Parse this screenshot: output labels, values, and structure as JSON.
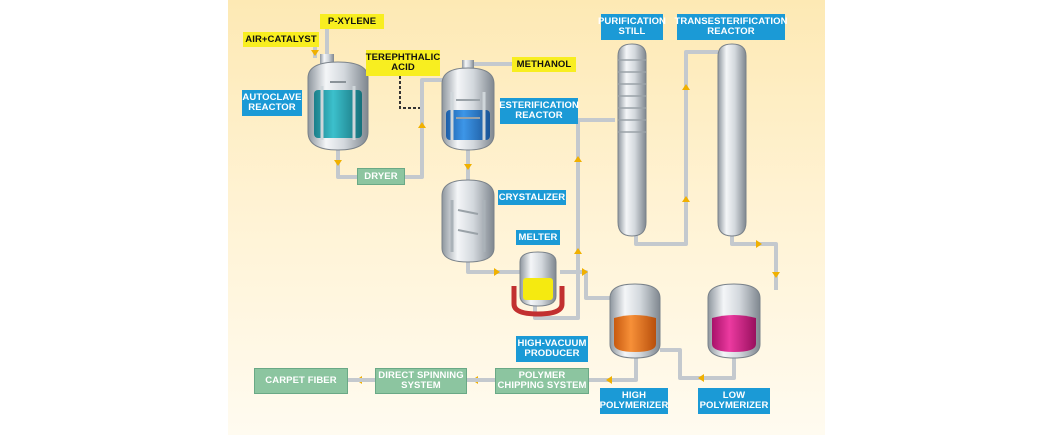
{
  "colors": {
    "pipe": "#c9cdd1",
    "arrow": "#f0b000",
    "label_blue": "#1b9ad6",
    "label_yellow": "#f8ee20",
    "process_green": "#8cc5a0",
    "liquid_teal": "#2aa7b5",
    "liquid_blue": "#2f7fd6",
    "melt_yellow": "#f5ea10",
    "melter_red": "#c23030",
    "high_poly_orange": "#f07a1e",
    "low_poly_magenta": "#d81c8a"
  },
  "inputs": {
    "air_catalyst": "AIR+CATALYST",
    "p_xylene": "P-XYLENE",
    "terephthalic_acid": "TEREPHTHALIC ACID",
    "methanol": "METHANOL"
  },
  "equipment": {
    "autoclave_reactor": "AUTOCLAVE REACTOR",
    "esterification_reactor": "ESTERIFICATION REACTOR",
    "crystalizer": "CRYSTALIZER",
    "melter": "MELTER",
    "purification_still": "PURIFICATION STILL",
    "transesterification_reactor": "TRANSESTERIFICATION REACTOR",
    "high_vacuum_producer": "HIGH-VACUUM PRODUCER",
    "high_polymerizer": "HIGH POLYMERIZER",
    "low_polymerizer": "LOW POLYMERIZER"
  },
  "process_steps": {
    "dryer": "DRYER",
    "carpet_fiber": "CARPET FIBER",
    "direct_spinning": "DIRECT SPINNING SYSTEM",
    "polymer_chipping": "POLYMER CHIPPING SYSTEM"
  }
}
